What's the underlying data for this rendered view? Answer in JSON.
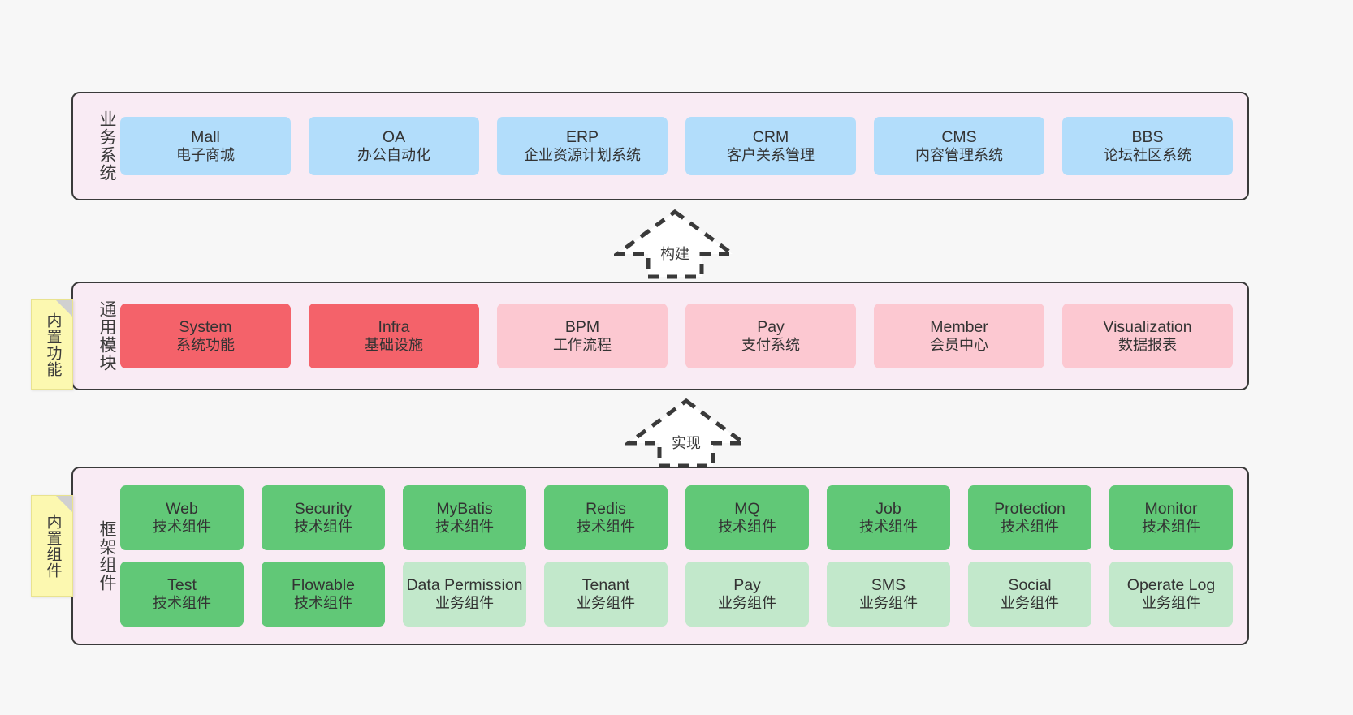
{
  "diagram": {
    "background_color": "#f7f7f7",
    "layer_bg_color": "#f9ebf4",
    "layer_border_color": "#3a3a3a"
  },
  "layers": [
    {
      "id": "business",
      "title": "业务系统",
      "cells": [
        {
          "en": "Mall",
          "cn": "电子商城",
          "color": "#b2ddfb",
          "variant": "c-blue"
        },
        {
          "en": "OA",
          "cn": "办公自动化",
          "color": "#b2ddfb",
          "variant": "c-blue"
        },
        {
          "en": "ERP",
          "cn": "企业资源计划系统",
          "color": "#b2ddfb",
          "variant": "c-blue"
        },
        {
          "en": "CRM",
          "cn": "客户关系管理",
          "color": "#b2ddfb",
          "variant": "c-blue"
        },
        {
          "en": "CMS",
          "cn": "内容管理系统",
          "color": "#b2ddfb",
          "variant": "c-blue"
        },
        {
          "en": "BBS",
          "cn": "论坛社区系统",
          "color": "#b2ddfb",
          "variant": "c-blue"
        }
      ]
    },
    {
      "id": "common",
      "title": "通用模块",
      "sticky": "内置功能",
      "cells": [
        {
          "en": "System",
          "cn": "系统功能",
          "color": "#f4626a",
          "variant": "c-red"
        },
        {
          "en": "Infra",
          "cn": "基础设施",
          "color": "#f4626a",
          "variant": "c-red"
        },
        {
          "en": "BPM",
          "cn": "工作流程",
          "color": "#fcc8d1",
          "variant": "c-pink"
        },
        {
          "en": "Pay",
          "cn": "支付系统",
          "color": "#fcc8d1",
          "variant": "c-pink"
        },
        {
          "en": "Member",
          "cn": "会员中心",
          "color": "#fcc8d1",
          "variant": "c-pink"
        },
        {
          "en": "Visualization",
          "cn": "数据报表",
          "color": "#fcc8d1",
          "variant": "c-pink"
        }
      ]
    },
    {
      "id": "framework",
      "title": "框架组件",
      "sticky": "内置组件",
      "rows": [
        [
          {
            "en": "Web",
            "cn": "技术组件",
            "color": "#61c877",
            "variant": "c-green"
          },
          {
            "en": "Security",
            "cn": "技术组件",
            "color": "#61c877",
            "variant": "c-green"
          },
          {
            "en": "MyBatis",
            "cn": "技术组件",
            "color": "#61c877",
            "variant": "c-green"
          },
          {
            "en": "Redis",
            "cn": "技术组件",
            "color": "#61c877",
            "variant": "c-green"
          },
          {
            "en": "MQ",
            "cn": "技术组件",
            "color": "#61c877",
            "variant": "c-green"
          },
          {
            "en": "Job",
            "cn": "技术组件",
            "color": "#61c877",
            "variant": "c-green"
          },
          {
            "en": "Protection",
            "cn": "技术组件",
            "color": "#61c877",
            "variant": "c-green"
          },
          {
            "en": "Monitor",
            "cn": "技术组件",
            "color": "#61c877",
            "variant": "c-green"
          }
        ],
        [
          {
            "en": "Test",
            "cn": "技术组件",
            "color": "#61c877",
            "variant": "c-green"
          },
          {
            "en": "Flowable",
            "cn": "技术组件",
            "color": "#61c877",
            "variant": "c-green"
          },
          {
            "en": "Data Permission",
            "cn": "业务组件",
            "color": "#c2e8cb",
            "variant": "c-lightgreen"
          },
          {
            "en": "Tenant",
            "cn": "业务组件",
            "color": "#c2e8cb",
            "variant": "c-lightgreen"
          },
          {
            "en": "Pay",
            "cn": "业务组件",
            "color": "#c2e8cb",
            "variant": "c-lightgreen"
          },
          {
            "en": "SMS",
            "cn": "业务组件",
            "color": "#c2e8cb",
            "variant": "c-lightgreen"
          },
          {
            "en": "Social",
            "cn": "业务组件",
            "color": "#c2e8cb",
            "variant": "c-lightgreen"
          },
          {
            "en": "Operate Log",
            "cn": "业务组件",
            "color": "#c2e8cb",
            "variant": "c-lightgreen"
          }
        ]
      ]
    }
  ],
  "arrows": [
    {
      "id": "build",
      "label": "构建",
      "direction": "up",
      "style": "dashed-hollow"
    },
    {
      "id": "impl",
      "label": "实现",
      "direction": "up",
      "style": "dashed-hollow"
    }
  ]
}
